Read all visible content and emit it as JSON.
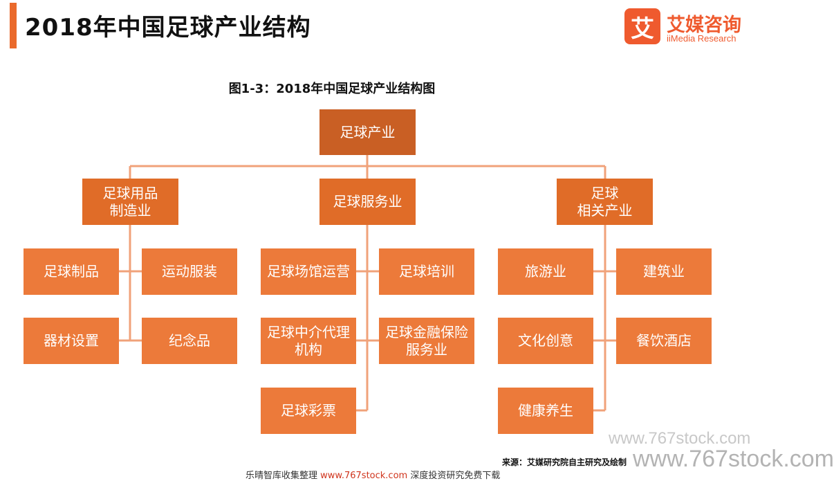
{
  "header": {
    "title": "2018年中国足球产业结构",
    "logo_mark": "艾",
    "logo_cn": "艾媒咨询",
    "logo_en": "iiMedia Research"
  },
  "figure_title": "图1-3：2018年中国足球产业结构图",
  "diagram": {
    "root": "足球产业",
    "branches": [
      {
        "label": "足球用品\n制造业",
        "children": [
          "足球制品",
          "运动服装",
          "器材设置",
          "纪念品"
        ]
      },
      {
        "label": "足球服务业",
        "children": [
          "足球场馆运营",
          "足球培训",
          "足球中介代理\n机构",
          "足球金融保险\n服务业",
          "足球彩票"
        ]
      },
      {
        "label": "足球\n相关产业",
        "children": [
          "旅游业",
          "建筑业",
          "文化创意",
          "餐饮酒店",
          "健康养生"
        ]
      }
    ]
  },
  "source": "来源：艾媒研究院自主研究及绘制",
  "watermark": {
    "small": "www.767stock.com",
    "large": "www.767stock.com"
  },
  "footer": {
    "text_a": "乐晴智库收集整理 ",
    "url": "www.767stock.com",
    "text_b": " 深度投资研究免费下载"
  },
  "colors": {
    "accent": "#ea6a2c",
    "root_box": "#c95f24",
    "branch_box": "#e06c28",
    "leaf_box": "#ec7a3a",
    "connector": "#f0a27a"
  }
}
